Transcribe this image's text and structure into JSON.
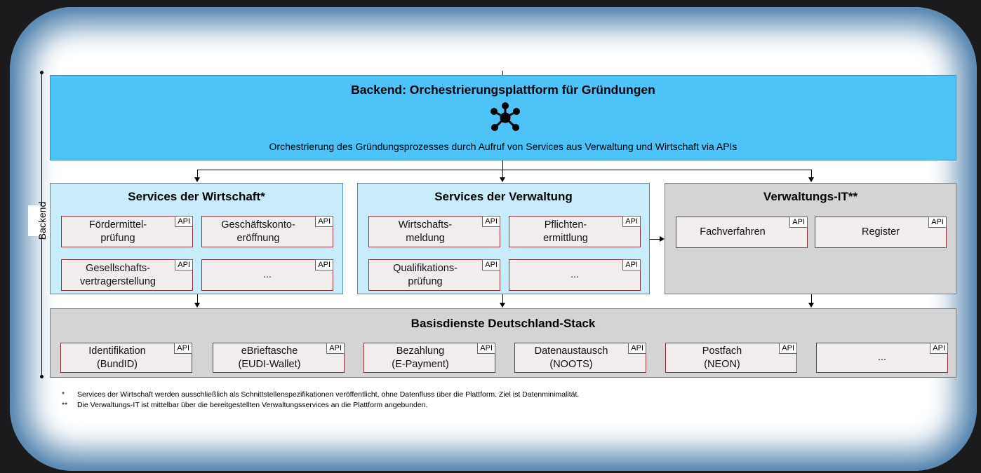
{
  "backend_side_label": "Backend",
  "orchestration": {
    "title": "Backend: Orchestrierungsplattform für Gründungen",
    "icon": "network-hub-icon",
    "description": "Orchestrierung des Gründungsprozesses durch Aufruf von Services aus Verwaltung und Wirtschaft via APIs"
  },
  "api_label": "API",
  "groups": {
    "wirtschaft": {
      "title": "Services der Wirtschaft*",
      "services": [
        "Fördermittel-\nprüfung",
        "Geschäftskonto-\neröffnung",
        "Gesellschafts-\nvertragerstellung",
        "..."
      ]
    },
    "verwaltung": {
      "title": "Services der Verwaltung",
      "services": [
        "Wirtschafts-\nmeldung",
        "Pflichten-\nermittlung",
        "Qualifikations-\nprüfung",
        "..."
      ]
    },
    "verwaltungs_it": {
      "title": "Verwaltungs-IT**",
      "services": [
        "Fachverfahren",
        "Register"
      ]
    }
  },
  "basis": {
    "title": "Basisdienste Deutschland-Stack",
    "services": [
      "Identifikation\n(BundID)",
      "eBrieftasche\n(EUDI-Wallet)",
      "Bezahlung\n(E-Payment)",
      "Datenaustausch\n(NOOTS)",
      "Postfach\n(NEON)",
      "..."
    ]
  },
  "footnotes": [
    {
      "marker": "*",
      "text": "Services der Wirtschaft werden ausschließlich als Schnittstellenspezifikationen veröffentlicht, ohne Datenfluss über die Plattform. Ziel ist Datenminimalität."
    },
    {
      "marker": "**",
      "text": "Die Verwaltungs-IT ist mittelbar über die bereitgestellten Verwaltungsservices an die Plattform angebunden."
    }
  ],
  "colors": {
    "orchestration_fill": "#4dc3f7",
    "services_fill": "#c9ecfb",
    "gray_fill": "#d4d4d4",
    "service_border": "#8a2f3a",
    "frame_glow": "#5f8cb4"
  }
}
